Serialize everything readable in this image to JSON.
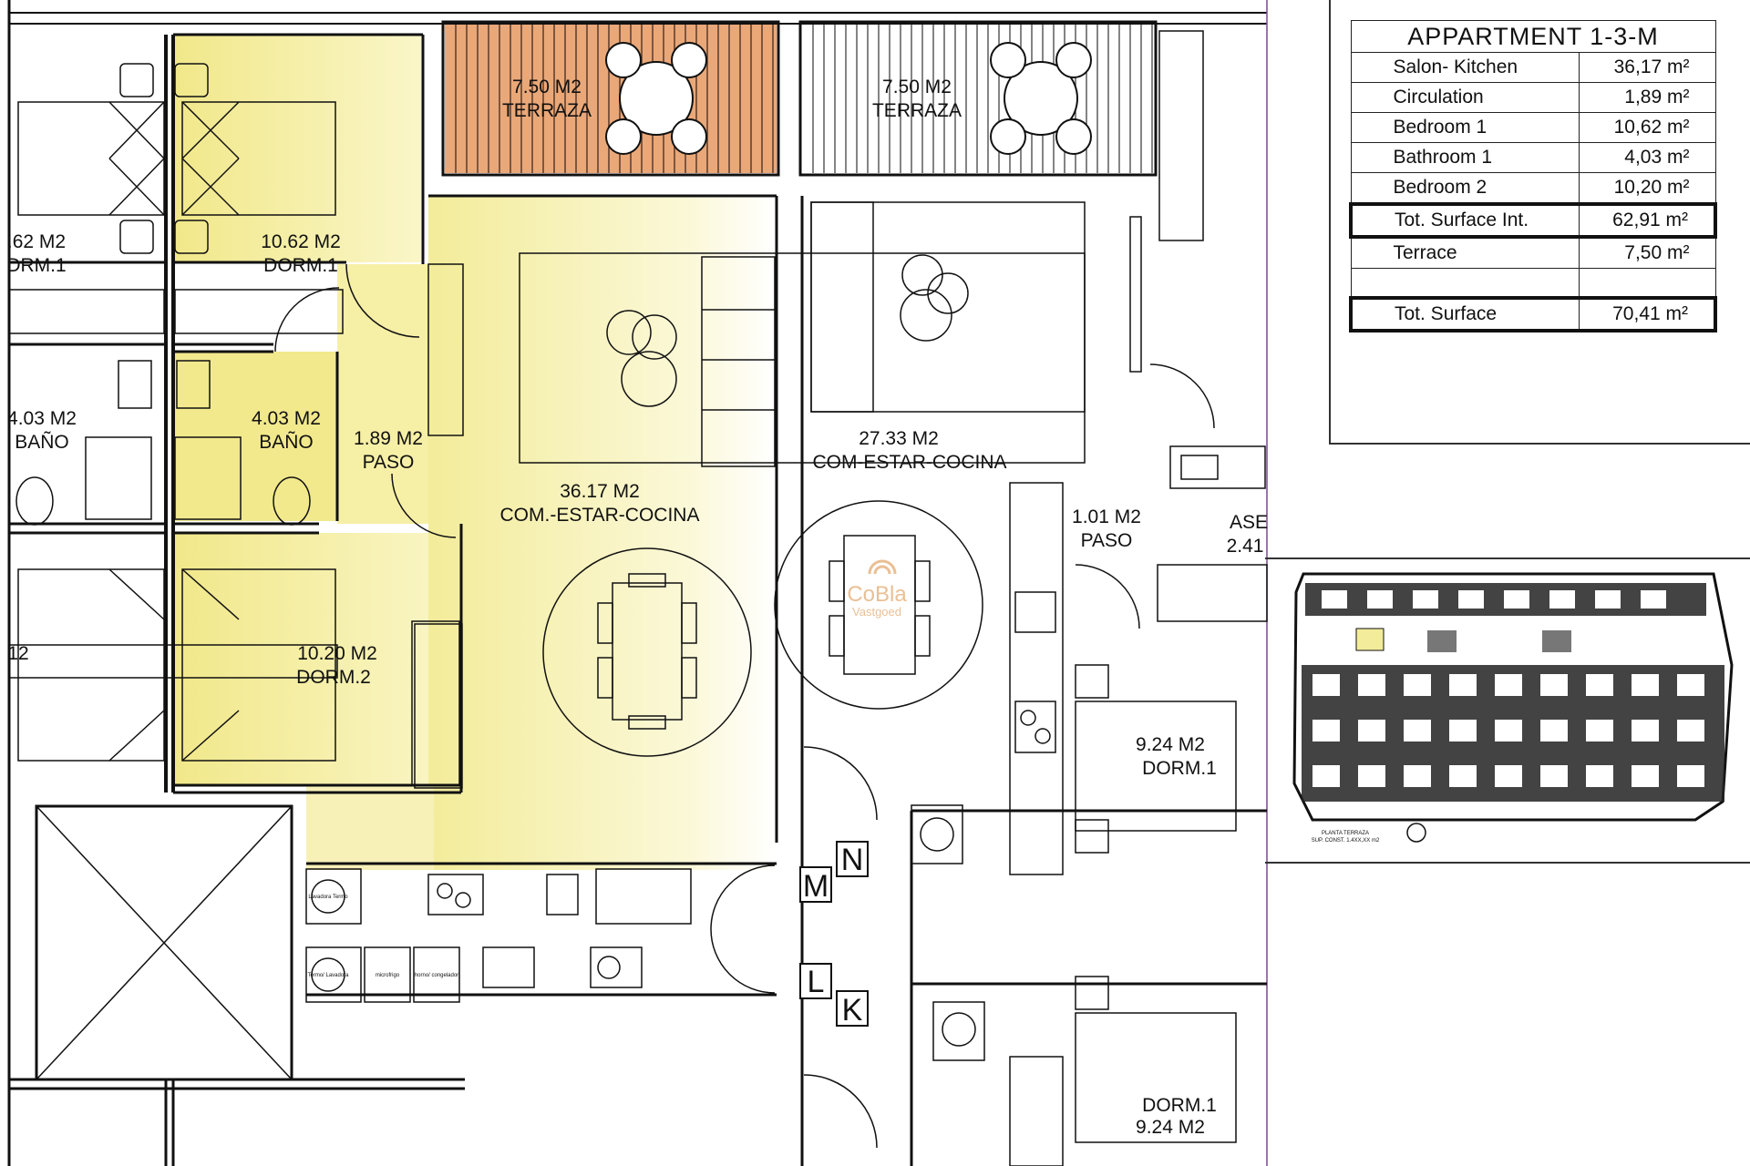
{
  "rooms": {
    "terrace_a": {
      "area": "7.50 M2",
      "name": "TERRAZA"
    },
    "terrace_b": {
      "area": "7.50 M2",
      "name": "TERRAZA"
    },
    "dorm_left_cut": {
      "area": ".62 M2",
      "name": "DRM.1"
    },
    "dorm1": {
      "area": "10.62 M2",
      "name": "DORM.1"
    },
    "bano_left": {
      "area": "4.03 M2",
      "name": "BAÑO"
    },
    "bano": {
      "area": "4.03 M2",
      "name": "BAÑO"
    },
    "paso": {
      "area": "1.89 M2",
      "name": "PASO"
    },
    "kitchen": {
      "area": "36.17 M2",
      "name": "COM.-ESTAR-COCINA"
    },
    "dorm2": {
      "area": "10.20 M2",
      "name": "DORM.2"
    },
    "dorm2_left_cut": {
      "area": "12"
    },
    "kitchen_b": {
      "area": "27.33 M2",
      "name": "COM-ESTAR-COCINA"
    },
    "paso_b": {
      "area": "1.01 M2",
      "name": "PASO"
    },
    "aseo_cut": {
      "area": "2.41",
      "name": "ASE"
    },
    "dorm_b": {
      "area": "9.24 M2",
      "name": "DORM.1"
    },
    "dorm_c": {
      "area": "9.24 M2",
      "name": "DORM.1"
    }
  },
  "stair_letters": [
    "N",
    "M",
    "L",
    "K"
  ],
  "watermark": {
    "line1": "CoBla",
    "line2": "Vastgoed"
  },
  "appliance_labels": {
    "lavadora": "Lavadora Termo",
    "termo": "Termo/ Lavadora",
    "micro": "microfrigo",
    "horno": "horno/ congelador"
  },
  "keyplan": {
    "caption": "PLANTA TERRAZA",
    "sub": "SUP. CONST. 1.4XX,XX m2"
  },
  "table": {
    "title": "APPARTMENT 1-3-M",
    "rows": [
      {
        "label": "Salon- Kitchen",
        "value": "36,17 m²",
        "style": "normal"
      },
      {
        "label": "Circulation",
        "value": "1,89 m²",
        "style": "normal"
      },
      {
        "label": "Bedroom 1",
        "value": "10,62 m²",
        "style": "normal"
      },
      {
        "label": "Bathroom 1",
        "value": "4,03 m²",
        "style": "normal"
      },
      {
        "label": "Bedroom 2",
        "value": "10,20 m²",
        "style": "normal"
      },
      {
        "label": "Tot. Surface Int.",
        "value": "62,91 m²",
        "style": "bold"
      },
      {
        "label": "Terrace",
        "value": "7,50 m²",
        "style": "normal"
      },
      {
        "label": "",
        "value": "",
        "style": "blank"
      },
      {
        "label": "Tot. Surface",
        "value": "70,41 m²",
        "style": "bold"
      }
    ]
  },
  "colors": {
    "highlight_yellow": "#f3ec9a",
    "terrace_orange": "#e9a77a",
    "line": "#111111"
  }
}
